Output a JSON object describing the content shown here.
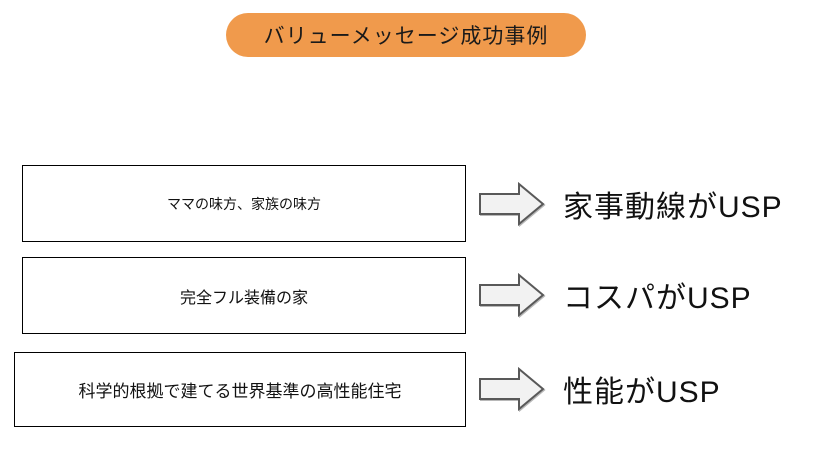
{
  "title": {
    "label": "バリューメッセージ成功事例"
  },
  "rows": [
    {
      "message": "ママの味方、家族の味方",
      "usp": "家事動線がUSP"
    },
    {
      "message": "完全フル装備の家",
      "usp": "コスパがUSP"
    },
    {
      "message": "科学的根拠で建てる世界基準の高性能住宅",
      "usp": "性能がUSP"
    }
  ],
  "icons": {
    "arrow": "block-arrow-right-icon"
  },
  "colors": {
    "title_background": "#F09A4C",
    "title_text": "#1a1a1a",
    "box_border": "#000000",
    "box_background": "#ffffff",
    "arrow_fill": "#F2F2F2",
    "arrow_border": "#595959",
    "text": "#111111",
    "page_background": "#ffffff"
  }
}
